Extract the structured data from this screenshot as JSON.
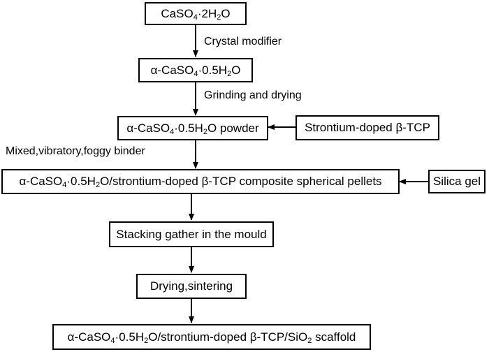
{
  "nodes": {
    "n1": {
      "pre": "CaSO",
      "s1": "4",
      "mid": "·2H",
      "s2": "2",
      "post": "O"
    },
    "n2": {
      "pre": "α-CaSO",
      "s1": "4",
      "mid": "·0.5H",
      "s2": "2",
      "post": "O"
    },
    "n3": {
      "pre": "α-CaSO",
      "s1": "4",
      "mid": "·0.5H",
      "s2": "2",
      "post": "O powder"
    },
    "n4": {
      "pre": "α-CaSO",
      "s1": "4",
      "mid": "·0.5H",
      "s2": "2",
      "post": "O/strontium-doped β-TCP composite spherical pellets"
    },
    "n5": {
      "text": "Stacking gather in the mould"
    },
    "n6": {
      "text": "Drying,sintering"
    },
    "n7": {
      "pre": "α-CaSO",
      "s1": "4",
      "mid": "·0.5H",
      "s2": "2",
      "post": "O/strontium-doped β-TCP/SiO",
      "s3": "2",
      "post2": " scaffold"
    },
    "side1": {
      "text": "Strontium-doped β-TCP"
    },
    "side2": {
      "text": "Silica gel"
    }
  },
  "edge_labels": {
    "e1": "Crystal modifier",
    "e2": "Grinding and drying",
    "e3": "Mixed,vibratory,foggy binder"
  }
}
